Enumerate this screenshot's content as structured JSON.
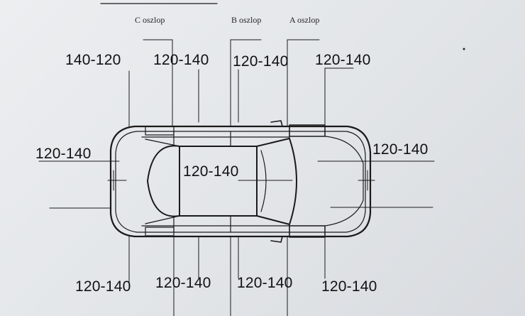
{
  "pillars": {
    "c": "C oszlop",
    "b": "B oszlop",
    "a": "A oszlop"
  },
  "values": {
    "top_c_outer": "140-120",
    "top_c_inner": "120-140",
    "top_b": "120-140",
    "top_a": "120-140",
    "rear": "120-140",
    "roof": "120-140",
    "front": "120-140",
    "bottom_c_outer": "120-140",
    "bottom_c_inner": "120-140",
    "bottom_b": "120-140",
    "bottom_a": "120-140"
  }
}
